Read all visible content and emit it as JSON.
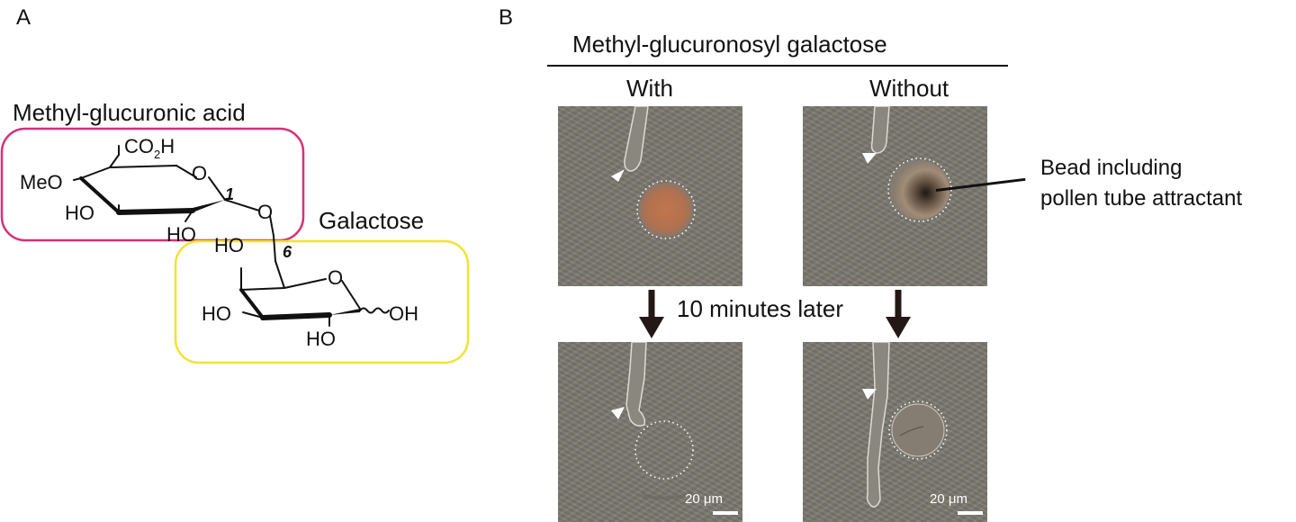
{
  "panel_a": {
    "letter": "A",
    "glucuronic_label": "Methyl-glucuronic acid",
    "galactose_label": "Galactose",
    "colors": {
      "glucuronic_box": "#d6307a",
      "galactose_box": "#f2e330"
    },
    "atoms": {
      "co2h": "CO",
      "co2h_sub": "2",
      "co2h_h": "H",
      "o_ring_top": "O",
      "meo": "MeO",
      "ho_left_top": "HO",
      "ho_bottom_top": "HO",
      "carbon_1": "1",
      "glycosidic_o": "O",
      "ho_c4_gal": "HO",
      "carbon_6": "6",
      "o_ring_bottom": "O",
      "ho_left_bottom": "HO",
      "oh_right": "OH",
      "ho_bottom_bottom": "HO"
    }
  },
  "panel_b": {
    "letter": "B",
    "title": "Methyl-glucuronosyl galactose",
    "with_label": "With",
    "without_label": "Without",
    "time_label": "10 minutes later",
    "bead_note_line1": "Bead including",
    "bead_note_line2": "pollen tube attractant",
    "scale_left": "20 μm",
    "scale_right": "20 μm"
  }
}
